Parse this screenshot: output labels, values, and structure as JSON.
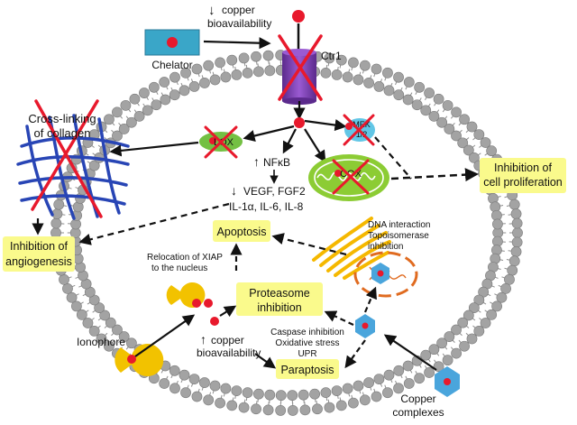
{
  "labels": {
    "copper_bioavailability_top_line1": "copper",
    "copper_bioavailability_top_line2": "bioavailability",
    "chelator": "Chelator",
    "ctr1": "Ctr1",
    "cross_linking_line1": "Cross-linking",
    "cross_linking_line2": "of collagen",
    "lox": "LOX",
    "mek_line1": "MEK",
    "mek_line2": "1/2",
    "cox": "COX",
    "nfkb": "NFκB",
    "cytokines_line1": "VEGF, FGF2",
    "cytokines_line2": "IL-1α, IL-6, IL-8",
    "inhibition_proliferation_line1": "Inhibition of",
    "inhibition_proliferation_line2": "cell proliferation",
    "inhibition_angiogenesis_line1": "Inhibition of",
    "inhibition_angiogenesis_line2": "angiogenesis",
    "apoptosis": "Apoptosis",
    "dna_line1": "DNA interaction",
    "dna_line2": "Topoisomerase",
    "dna_line3": "inhibition",
    "xiap_line1": "Relocation of XIAP",
    "xiap_line2": "to the nucleus",
    "proteasome_line1": "Proteasome",
    "proteasome_line2": "inhibition",
    "ionophore": "Ionophore",
    "copper_bioavailability_bottom_line1": "copper",
    "copper_bioavailability_bottom_line2": "bioavailability",
    "caspase_line1": "Caspase inhibition",
    "caspase_line2": "Oxidative stress",
    "caspase_line3": "UPR",
    "paraptosis": "Paraptosis",
    "copper_complexes_line1": "Copper",
    "copper_complexes_line2": "complexes"
  },
  "symbols": {
    "down_arrow": "↓",
    "up_arrow": "↑"
  },
  "colors": {
    "copper": "#e8192c",
    "box_fill": "#fafa8c",
    "chelator_fill": "#3aa6c8",
    "hexagon_fill": "#4aa5dc",
    "transporter_fill": "#7e3fb0",
    "lox_fill": "#74c043",
    "mitochondrion_fill": "#8ccc34",
    "mek_fill": "#62c6e6",
    "ionophore_fill": "#f2c200",
    "golgi_fill": "#f5b800",
    "collagen_stroke": "#2845b5",
    "cross_stroke": "#e8192c",
    "membrane_head": "#a3a3a3"
  }
}
